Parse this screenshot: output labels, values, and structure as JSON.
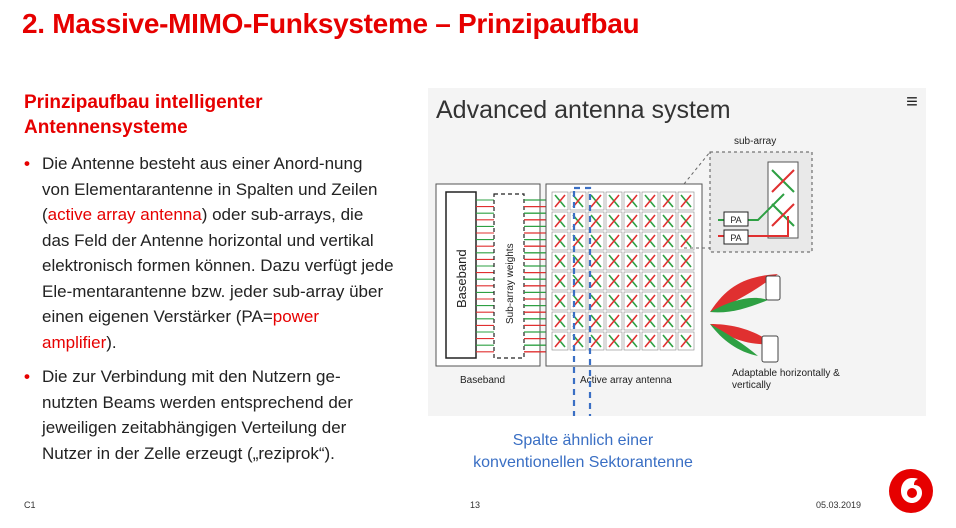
{
  "slide": {
    "title": "2. Massive-MIMO-Funksysteme – Prinzipaufbau",
    "subheading": "Prinzipaufbau intelligenter Antennensysteme",
    "bullets": [
      {
        "pre": "Die Antenne besteht aus einer Anord-nung von  Elementarantenne in Spalten und Zeilen (",
        "highlight1": "active array antenna",
        "mid": ") oder sub-arrays, die das Feld der Antenne horizontal und vertikal elektronisch formen können. Dazu verfügt jede Ele-mentarantenne bzw. jeder sub-array über einen eigenen Verstärker (PA=",
        "highlight2": "power amplifier",
        "post": ")."
      },
      {
        "text": "Die zur Verbindung mit den Nutzern ge-nutzten Beams werden entsprechend der jeweiligen zeitabhängigen Verteilung der Nutzer in der Zelle erzeugt („reziprok“)."
      }
    ],
    "bullet_symbol": "•"
  },
  "figure": {
    "heading": "Advanced antenna system",
    "brand_mark": "≡",
    "subarray_label": "sub-array",
    "pa_label_1": "PA",
    "pa_label_2": "PA",
    "baseband_vertical": "Baseband",
    "weights_vertical": "Sub-array weights",
    "baseband_caption": "Baseband",
    "antenna_caption": "Active array antenna",
    "adaptable_caption": "Adaptable horizontally & vertically"
  },
  "caption": {
    "line1": "Spalte ähnlich einer",
    "line2": "konventionellen Sektorantenne"
  },
  "footer": {
    "classification": "C1",
    "page_number": "13",
    "date": "05.03.2019"
  },
  "colors": {
    "brand_red": "#e60000",
    "caption_blue": "#3a6fc4",
    "array_green": "#2ea043",
    "array_red": "#e03030"
  }
}
